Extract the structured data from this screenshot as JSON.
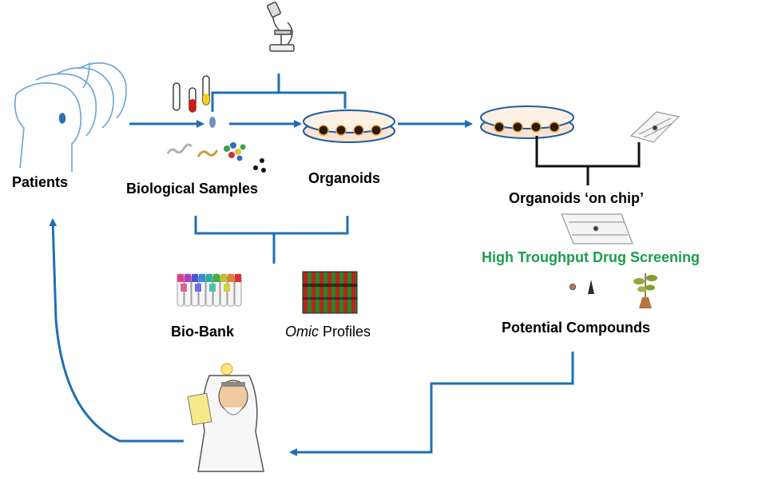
{
  "labels": {
    "patients": "Patients",
    "biological_samples": "Biological Samples",
    "organoids": "Organoids",
    "organoids_on_chip": "Organoids ‘on chip’",
    "high_throughput": "High Troughput Drug Screening",
    "bio_bank": "Bio-Bank",
    "omic_italic": "Omic",
    "omic_rest": " Profiles",
    "potential_compounds": "Potential Compounds"
  },
  "colors": {
    "arrow_blue": "#1f6fb5",
    "patient_outline": "#6aa2d6",
    "bracket_black": "#111111",
    "green_text": "#1a9e4b",
    "dish_fill": "#fbe3cf"
  },
  "icons": [
    "microscope-icon",
    "test-tubes-icon",
    "dna-strands-icon",
    "petri-dish-icon",
    "organoid-chip-icon",
    "biobank-rack-icon",
    "heatmap-icon",
    "compound-icons",
    "plant-pot-icon",
    "scientist-icon"
  ]
}
